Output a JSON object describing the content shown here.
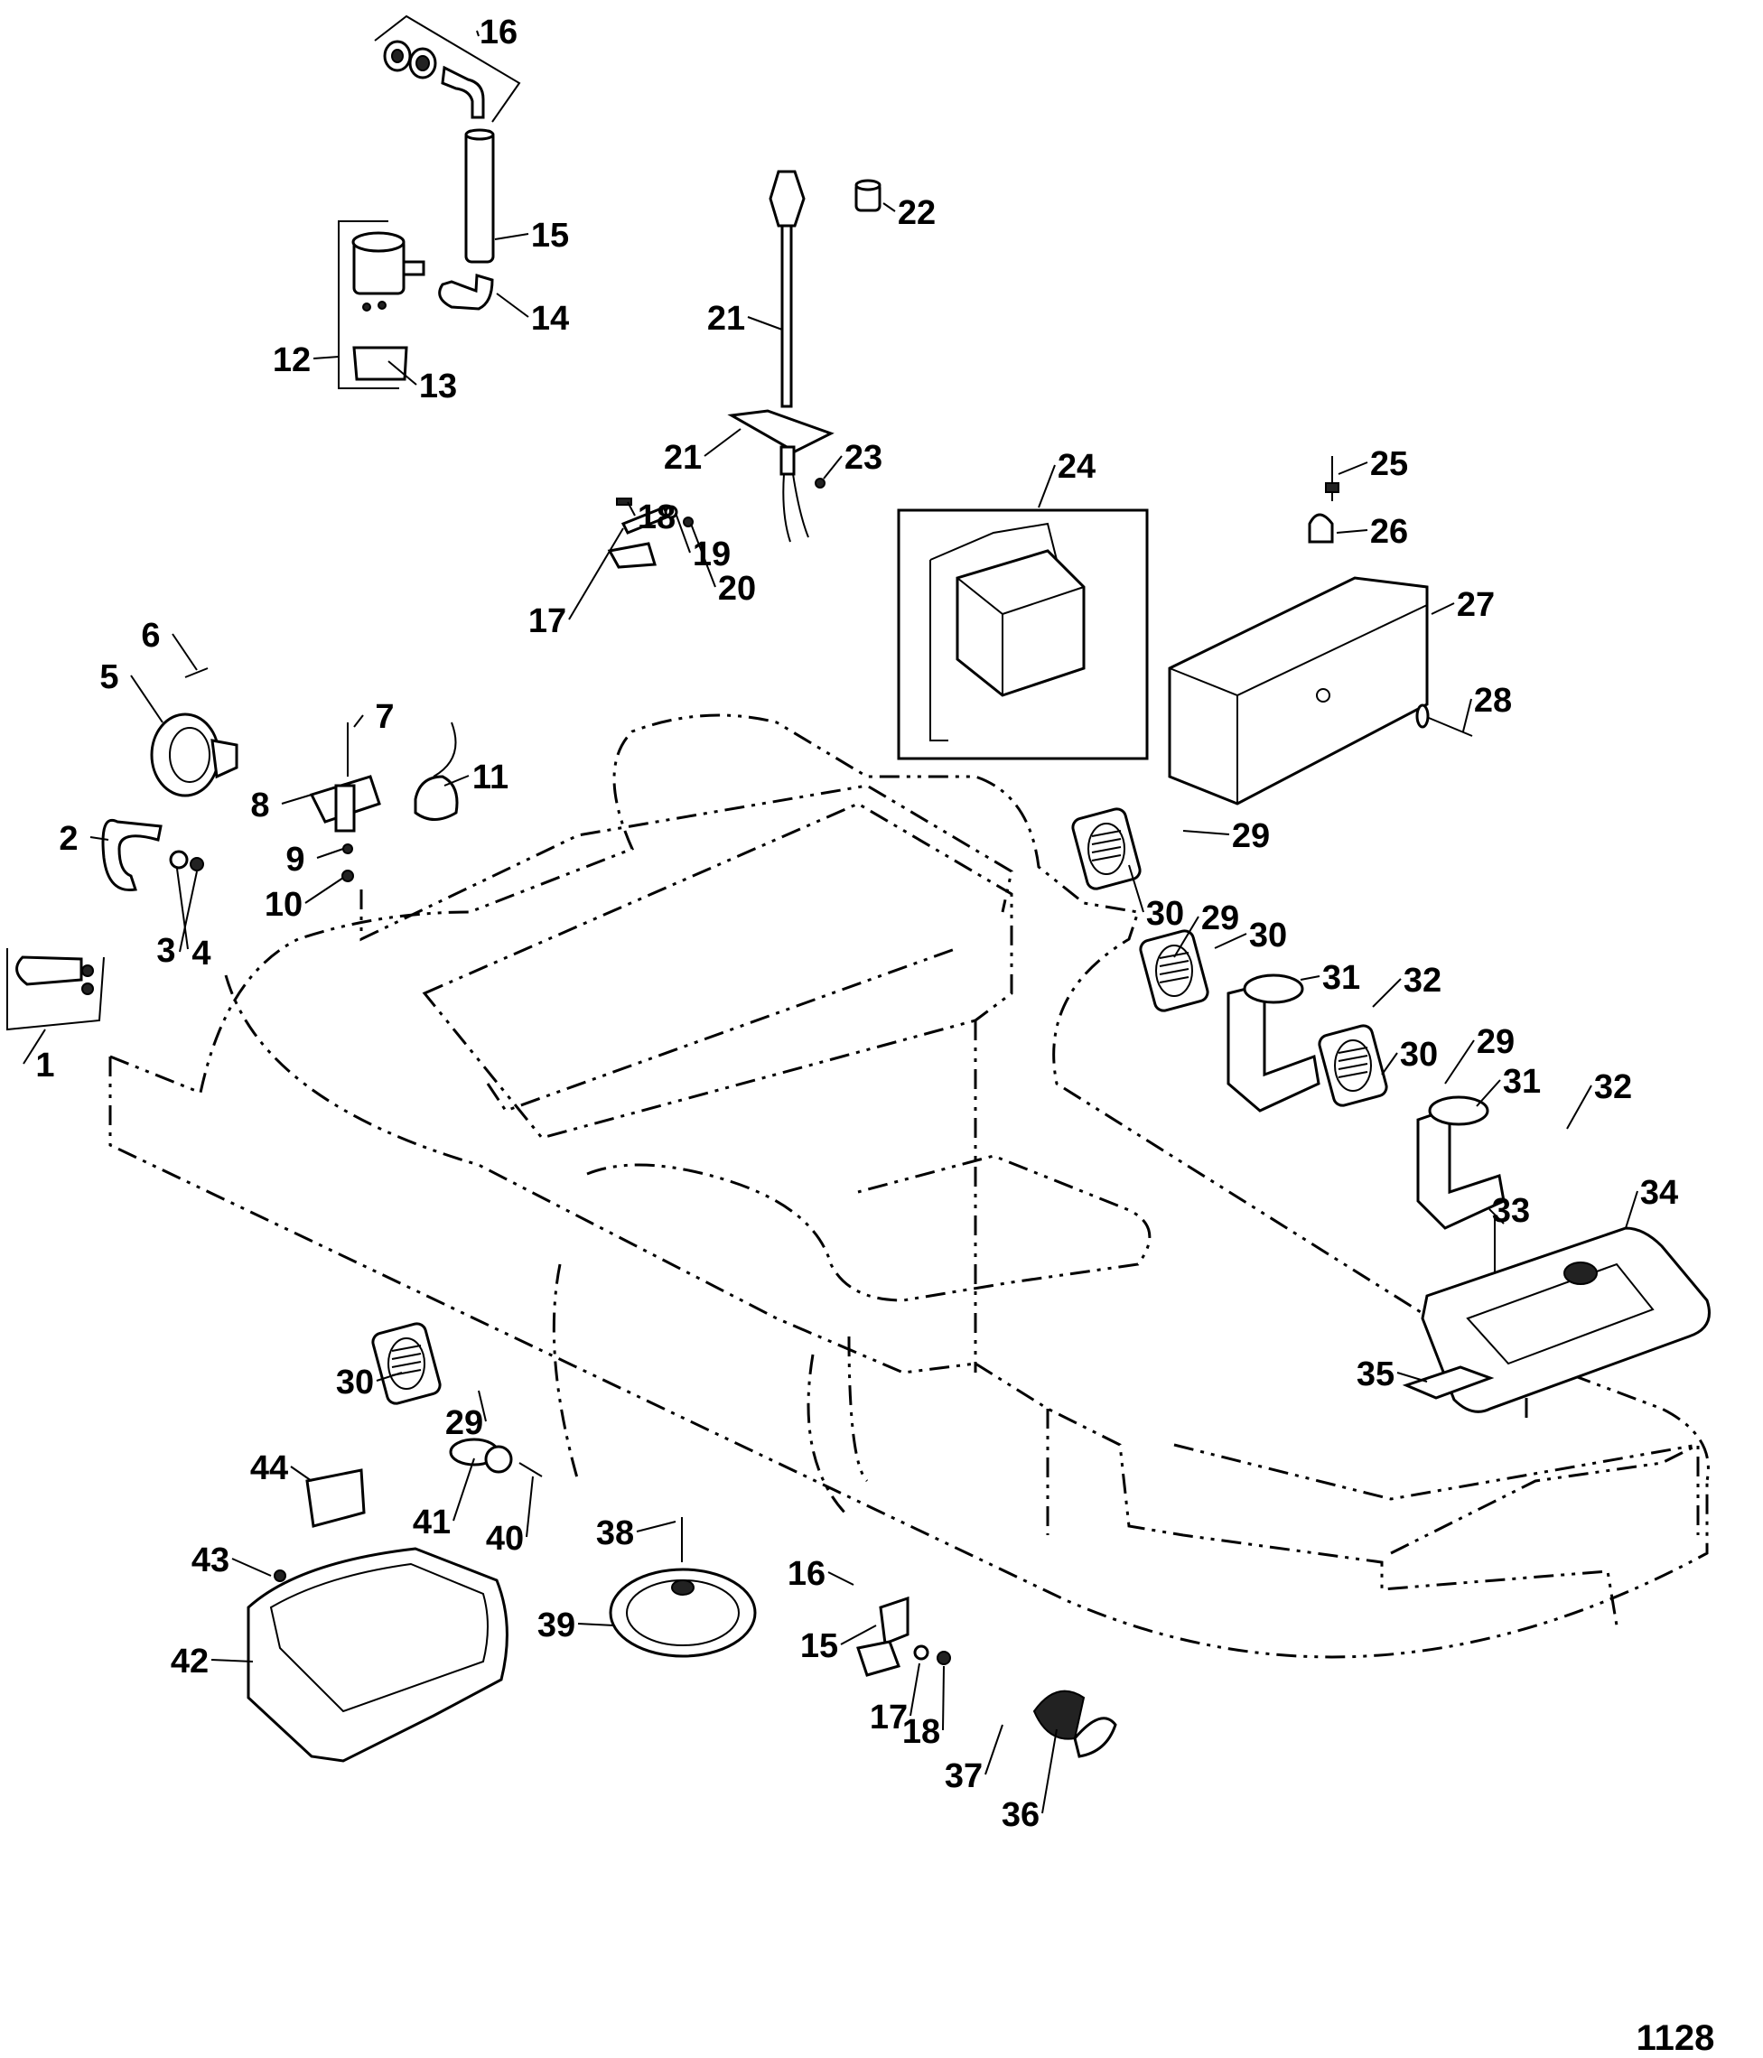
{
  "diagram": {
    "callouts": [
      "16",
      "15",
      "14",
      "12",
      "13",
      "22",
      "21",
      "21",
      "23",
      "24",
      "25",
      "26",
      "27",
      "28",
      "18",
      "19",
      "20",
      "17",
      "6",
      "5",
      "7",
      "8",
      "11",
      "2",
      "9",
      "10",
      "3",
      "4",
      "1",
      "29",
      "30",
      "29",
      "30",
      "31",
      "32",
      "30",
      "29",
      "31",
      "32",
      "33",
      "34",
      "30",
      "29",
      "35",
      "44",
      "41",
      "40",
      "38",
      "43",
      "16",
      "39",
      "15",
      "42",
      "17",
      "18",
      "37",
      "36"
    ],
    "page_number": "1128"
  },
  "colors": {
    "ink": "#000000",
    "background": "#ffffff"
  }
}
